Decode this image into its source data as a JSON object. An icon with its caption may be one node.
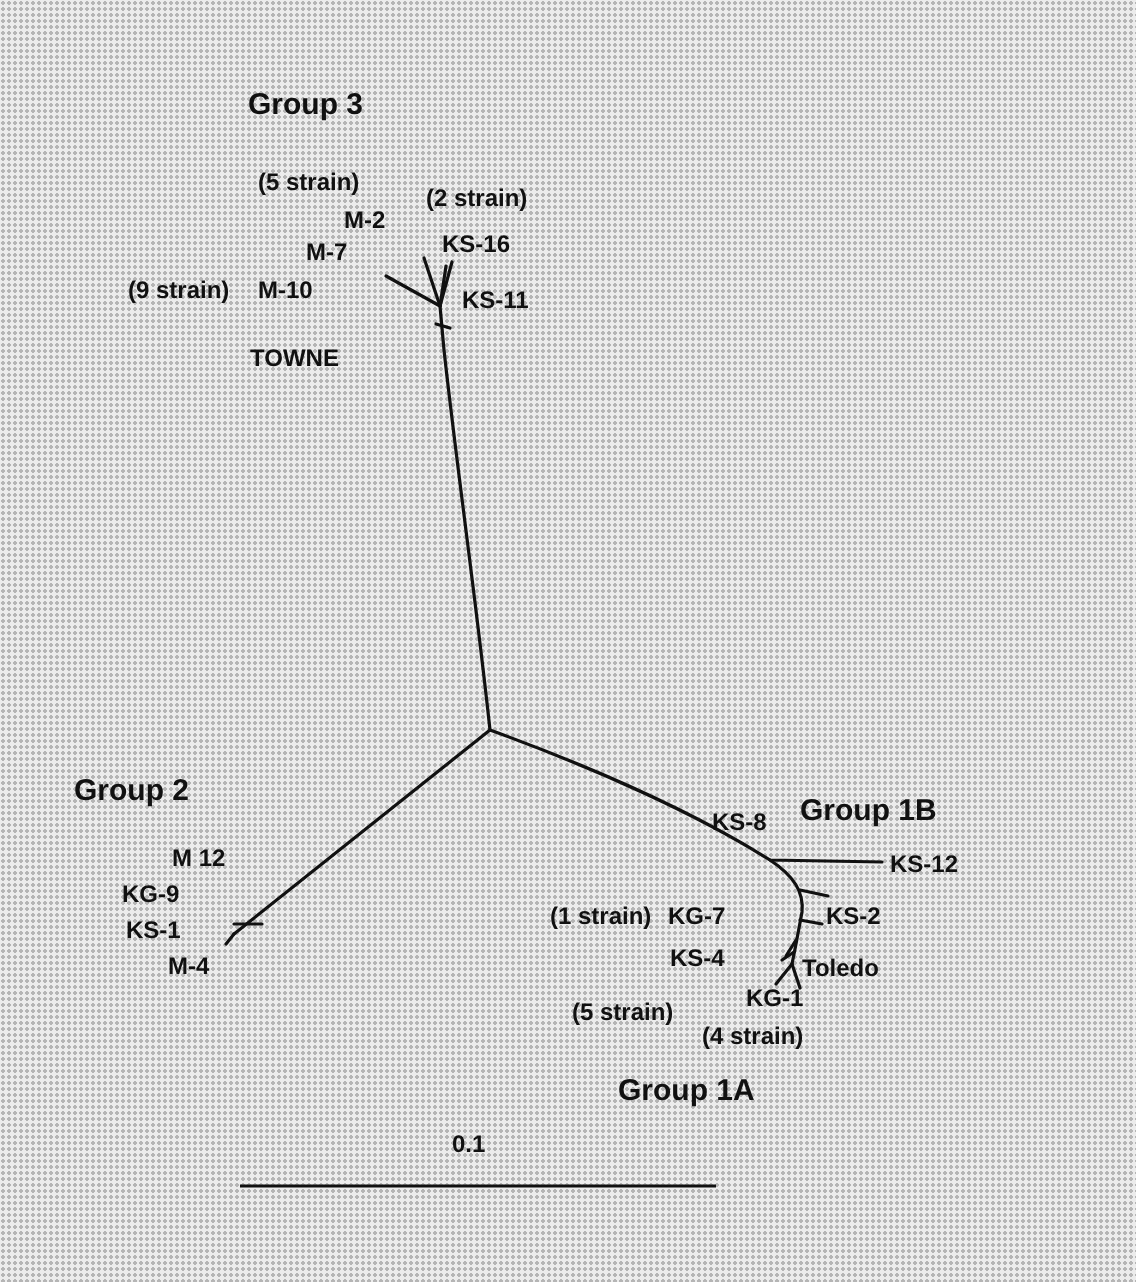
{
  "diagram": {
    "labels": [
      "Group 3",
      "(5 strain)",
      "(2 strain)",
      "M-2",
      "KS-16",
      "M-7",
      "(9 strain)",
      "M-10",
      "KS-11",
      "TOWNE",
      "Group 2",
      "KS-8",
      "Group 1B",
      "M 12",
      "KS-12",
      "KG-9",
      "KS-1",
      "(1 strain)",
      "KG-7",
      "KS-2",
      "M-4",
      "KS-4",
      "Toledo",
      "KG-1",
      "(5 strain)",
      "(4 strain)",
      "Group 1A",
      "0.1"
    ]
  }
}
